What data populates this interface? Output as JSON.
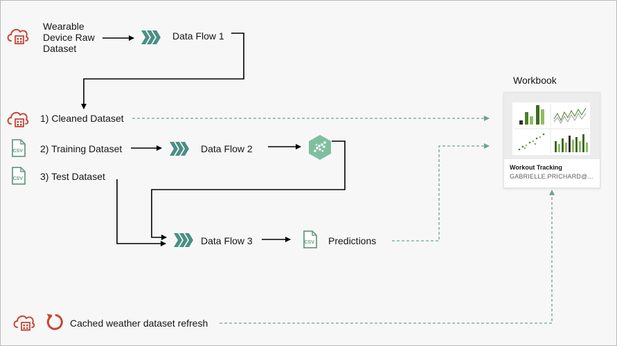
{
  "colors": {
    "accent_red": "#c74634",
    "accent_green": "#5f8f84",
    "dataflow_teal": "#4a8f86",
    "csv_green": "#6a9b84",
    "solid_arrow": "#000000",
    "dashed_arrow": "#6ea393",
    "model_green": "#7fbf9f"
  },
  "nodes": {
    "raw_dataset": {
      "label": "Wearable Device Raw Dataset",
      "icon": "cloud-database-icon"
    },
    "data_flow_1": {
      "label": "Data Flow 1",
      "icon": "data-flow-chevrons-icon"
    },
    "cleaned_dataset": {
      "label": "1) Cleaned Dataset",
      "icon": "cloud-database-icon"
    },
    "training_dataset": {
      "label": "2) Training Dataset",
      "icon": "csv-file-icon"
    },
    "test_dataset": {
      "label": "3) Test Dataset",
      "icon": "csv-file-icon"
    },
    "data_flow_2": {
      "label": "Data Flow 2",
      "icon": "data-flow-chevrons-icon"
    },
    "ml_model": {
      "icon": "ml-model-hexagon-icon"
    },
    "data_flow_3": {
      "label": "Data Flow 3",
      "icon": "data-flow-chevrons-icon"
    },
    "predictions": {
      "label": "Predictions",
      "icon": "csv-file-icon"
    },
    "weather_refresh": {
      "label": "Cached weather dataset refresh",
      "icons": [
        "cloud-database-icon",
        "refresh-icon"
      ]
    }
  },
  "workbook": {
    "heading": "Workbook",
    "card": {
      "name": "Workout Tracking",
      "owner": "GABRIELLE.PRICHARD@..."
    }
  }
}
